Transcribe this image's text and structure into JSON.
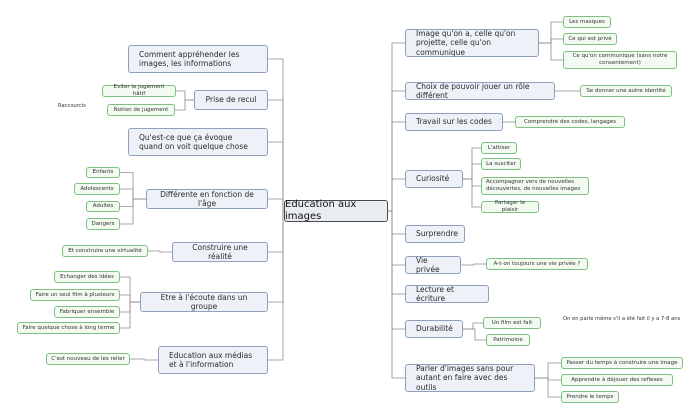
{
  "map": {
    "center": "Education aux images",
    "left": [
      {
        "label": "Comment appréhender les images, les informations",
        "children": []
      },
      {
        "label": "Prise de recul",
        "children": [
          "Eviter le jugement hâtif",
          "Notion de jugement"
        ]
      },
      {
        "label": "Qu'est-ce que ça évoque quand on voit quelque chose",
        "children": []
      },
      {
        "label": "Différente en fonction de l'âge",
        "children": [
          "Enfants",
          "Adolescents",
          "Adultes",
          "Dangers"
        ]
      },
      {
        "label": "Construire une réalité",
        "children": [
          "Et construire une virtualité"
        ]
      },
      {
        "label": "Etre à l'écoute dans un groupe",
        "children": [
          "Echanger des idées",
          "Faire un seul film à plusieurs",
          "Fabriquer ensemble",
          "Faire quelque chose à long terme"
        ]
      },
      {
        "label": "Education aux médias et à l'information",
        "children": [
          "C'est nouveau de les relier"
        ]
      }
    ],
    "right": [
      {
        "label": "Image qu'on a, celle qu'on projette, celle qu'on communique",
        "children": [
          "Les masques",
          "Ce qui est privé",
          "Ce qu'on communique (sans notre consentement)"
        ]
      },
      {
        "label": "Choix de pouvoir jouer un rôle différent",
        "children": [
          "Se donner une autre identité"
        ]
      },
      {
        "label": "Travail sur les codes",
        "children": [
          "Comprendre des codes, langages"
        ]
      },
      {
        "label": "Curiosité",
        "children": [
          "L'attiser",
          "La susciter",
          "Accompagner vers de nouvelles découvertes, de nouvelles images",
          "Partager le plaisir"
        ]
      },
      {
        "label": "Surprendre",
        "children": []
      },
      {
        "label": "Vie privée",
        "children": [
          "A-t-on toujours une vie privée ?"
        ]
      },
      {
        "label": "Lecture et écriture",
        "children": []
      },
      {
        "label": "Durabilité",
        "children": [
          "Un film est fait",
          "Patrimoine"
        ]
      },
      {
        "label": "Parler d'images sans pour autant en faire avec des outils",
        "children": [
          "Passer du temps à construire une image",
          "Apprendre à déjouer des reflexes",
          "Prendre le temps"
        ]
      }
    ],
    "floating": {
      "raccourcis": "Raccourcis",
      "film_note": "On en parle même s'il a été fait il y a 7-8 ans"
    },
    "colors": {
      "center_border": "#4a4a4a",
      "topic_border": "#8ea0bc",
      "subtopic_border": "#7fbf7f",
      "line": "#8c8c8c"
    }
  }
}
